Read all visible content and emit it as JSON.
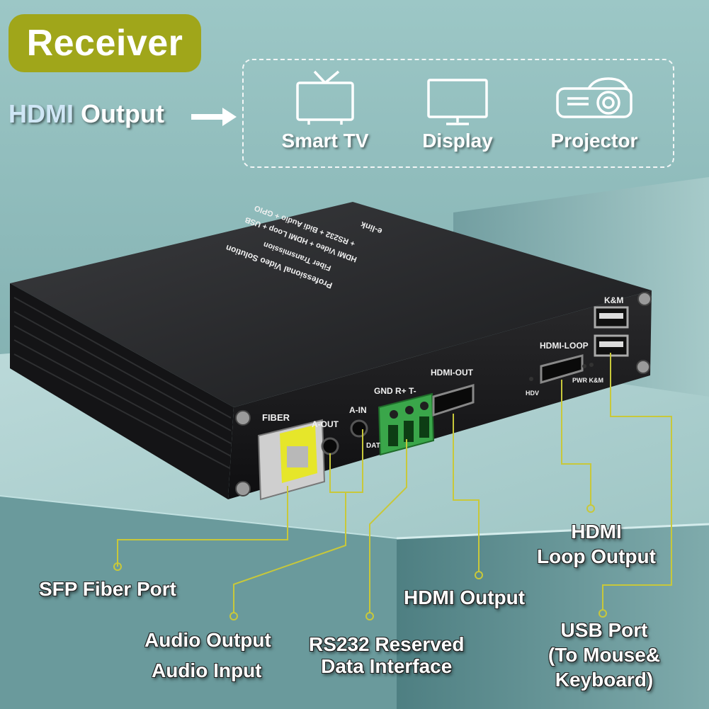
{
  "header": {
    "badge": "Receiver",
    "hdmi_output_prefix": "HDMI",
    "hdmi_output_suffix": " Output"
  },
  "outputs": [
    {
      "label": "Smart TV",
      "icon": "tv-icon"
    },
    {
      "label": "Display",
      "icon": "monitor-icon"
    },
    {
      "label": "Projector",
      "icon": "projector-icon"
    }
  ],
  "device": {
    "top_text": [
      "Professional Video Solution",
      "Fiber Transmission",
      "HDMI Video + HDMI Loop + USB",
      "+ RS232 + Bidi Audio + GPIO",
      "e-link"
    ],
    "ports": {
      "fiber": "FIBER",
      "a_out": "A-OUT",
      "a_in": "A-IN",
      "dat": "DAT",
      "rs232": "GND R+ T-",
      "hdmi_out": "HDMI-OUT",
      "hdv": "HDV",
      "hdmi_loop": "HDMI-LOOP",
      "pwr_km": "PWR K&M",
      "km": "K&M"
    }
  },
  "callouts": {
    "sfp": "SFP Fiber Port",
    "audio_out": "Audio Output",
    "audio_in": "Audio Input",
    "rs232_line1": "RS232 Reserved",
    "rs232_line2": "Data Interface",
    "hdmi_output": "HDMI Output",
    "hdmi_loop_line1": "HDMI",
    "hdmi_loop_line2": "Loop Output",
    "usb_line1": "USB Port",
    "usb_line2": "(To Mouse&",
    "usb_line3": "Keyboard)"
  },
  "colors": {
    "badge": "#a0a61a",
    "callout_line": "#c8c83a",
    "background": "#8fb9b9",
    "terminal": "#3aa64a",
    "sfp": "#e6e62a"
  }
}
